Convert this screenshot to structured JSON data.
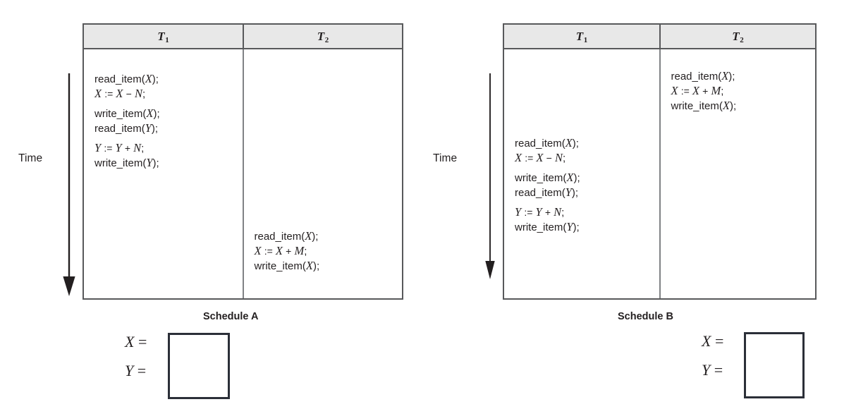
{
  "figure": {
    "time_label": "Time",
    "schedules": [
      {
        "id": "schedule-a",
        "caption": "Schedule A",
        "columns": [
          {
            "name": "T",
            "sub": "1"
          },
          {
            "name": "T",
            "sub": "2"
          }
        ],
        "t1_statements": [
          [
            "read_item(X);",
            "X := X − N;"
          ],
          [
            "write_item(X);",
            "read_item(Y);"
          ],
          [
            "Y := Y + N;",
            "write_item(Y);"
          ]
        ],
        "t2_statements": [
          [
            "read_item(X);",
            "X := X + M;",
            "write_item(X);"
          ]
        ],
        "answers": [
          {
            "var": "X",
            "eq": "=",
            "value": ""
          },
          {
            "var": "Y",
            "eq": "=",
            "value": ""
          }
        ]
      },
      {
        "id": "schedule-b",
        "caption": "Schedule B",
        "columns": [
          {
            "name": "T",
            "sub": "1"
          },
          {
            "name": "T",
            "sub": "2"
          }
        ],
        "t1_statements": [
          [
            "read_item(X);",
            "X := X − N;"
          ],
          [
            "write_item(X);",
            "read_item(Y);"
          ],
          [
            "Y := Y + N;",
            "write_item(Y);"
          ]
        ],
        "t2_statements": [
          [
            "read_item(X);",
            "X := X + M;",
            "write_item(X);"
          ]
        ],
        "answers": [
          {
            "var": "X",
            "eq": "=",
            "value": ""
          },
          {
            "var": "Y",
            "eq": "=",
            "value": ""
          }
        ]
      }
    ],
    "colors": {
      "text": "#231f20",
      "table_border": "#58595b",
      "header_fill": "#e8e8e8",
      "box_border": "#2b2f38",
      "background": "#ffffff"
    }
  }
}
